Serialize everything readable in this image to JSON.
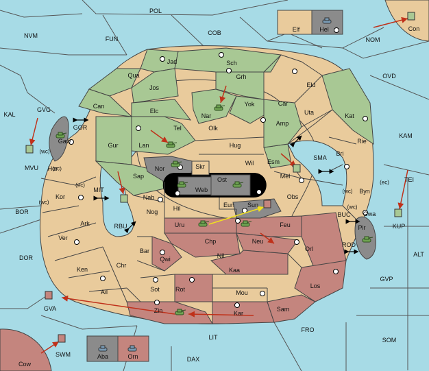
{
  "colors": {
    "sea": "#a7dbe6",
    "neutral_land": "#e9cb9c",
    "green_power": "#a8c894",
    "red_power": "#c4857e",
    "grey_power": "#8b8b8b",
    "order_arrow": "#c0311a",
    "support_arrow": "#f0e020"
  },
  "sea_regions": {
    "pol": "POL",
    "nvm": "NVM",
    "fun": "FUN",
    "cob": "COB",
    "nom": "NOM",
    "ovd": "OVD",
    "kal": "KAL",
    "gvg": "GVG",
    "kam": "KAM",
    "gor": "GOR",
    "mvu": "MVU",
    "sma": "SMA",
    "tei": "TEI",
    "mit": "MIT",
    "bor": "BOR",
    "rbu": "RBU",
    "buc": "BUC",
    "kup": "KUP",
    "alt": "ALT",
    "dor": "DOR",
    "rod": "ROD",
    "gvp": "GVP",
    "gva": "GVA",
    "fro": "FRO",
    "lit": "LIT",
    "som": "SOM",
    "swm": "SWM",
    "dax": "DAX"
  },
  "land_regions": {
    "jad": "Jad",
    "sch": "Sch",
    "qua": "Qua",
    "jos": "Jos",
    "grh": "Grh",
    "eld": "Eld",
    "can": "Can",
    "elc": "Elc",
    "nar": "Nar",
    "yok": "Yok",
    "car": "Car",
    "uta": "Uta",
    "kat": "Kat",
    "tel": "Tel",
    "olk": "Olk",
    "amp": "Amp",
    "gur": "Gur",
    "lan": "Lan",
    "hug": "Hug",
    "rie": "Rie",
    "gaw": "Gaw",
    "her": "Her",
    "nor": "Nor",
    "skr": "Skr",
    "wil": "Wil",
    "esm": "Esm",
    "bri": "Bri",
    "sap": "Sap",
    "ost": "Ost",
    "mel": "Mel",
    "web": "Web",
    "byn": "Byn",
    "kor": "Kor",
    "nab": "Nab",
    "eun": "Eun",
    "sun": "Sun",
    "obs": "Obs",
    "hil": "Hil",
    "gwa": "Gwa",
    "nog": "Nog",
    "ark": "Ark",
    "uru": "Uru",
    "feu": "Feu",
    "pir": "Pir",
    "ver": "Ver",
    "chp": "Chp",
    "neu": "Neu",
    "bar": "Bar",
    "orl": "Orl",
    "qwi": "Qwi",
    "nil": "Nil",
    "ken": "Ken",
    "chr": "Chr",
    "kaa": "Kaa",
    "los": "Los",
    "rot": "Rot",
    "sot": "Sot",
    "ail": "Ail",
    "mou": "Mou",
    "sam": "Sam",
    "zin": "Zin",
    "kar": "Kar",
    "elf": "Elf",
    "hel": "Hel",
    "con": "Con",
    "cow": "Cow",
    "aba": "Aba",
    "orn": "Orn"
  },
  "coast_labels": {
    "her_wc": "(wc)",
    "her_ec": "(ec)",
    "kor_ec": "(ec)",
    "kor_wc": "(wc)",
    "byn_wc": "(wc)",
    "byn_ec": "(ec)",
    "gwa_wc": "(wc)"
  },
  "icons": {
    "unit": "tank-unit-icon",
    "supply": "supply-center-icon",
    "canal": "double-arrow-icon"
  }
}
